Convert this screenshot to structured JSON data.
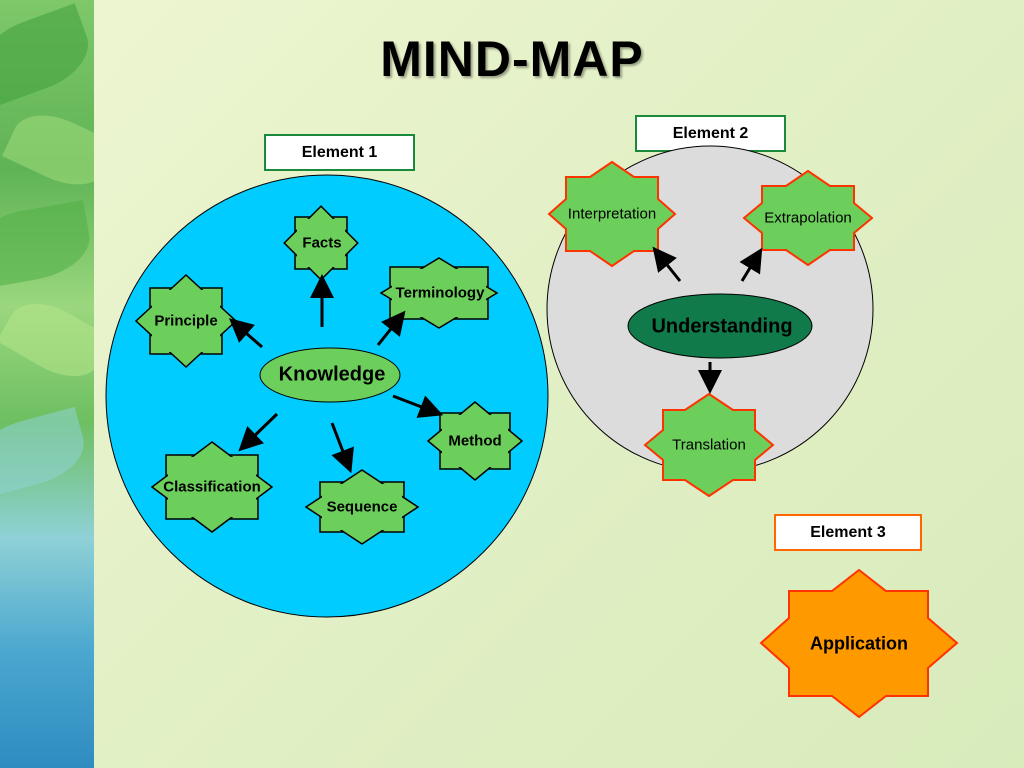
{
  "title": "MIND-MAP",
  "elements": {
    "element1": {
      "label": "Element 1",
      "center": "Knowledge",
      "nodes": [
        "Facts",
        "Terminology",
        "Principle",
        "Method",
        "Classification",
        "Sequence"
      ]
    },
    "element2": {
      "label": "Element 2",
      "center": "Understanding",
      "nodes": [
        "Interpretation",
        "Extrapolation",
        "Translation"
      ]
    },
    "element3": {
      "label": "Element 3",
      "center": "Application"
    }
  },
  "colors": {
    "knowledge_circle": "#00ccff",
    "understanding_circle": "#dcdcdc",
    "star_green": "#6ccf5c",
    "knowledge_oval": "#6ccf5c",
    "understanding_oval": "#117a4a",
    "star_orange_fill": "#ff9900",
    "orange_border": "#ff3300",
    "element_border_green": "#1a8a3a",
    "element_border_orange": "#ff6600"
  }
}
